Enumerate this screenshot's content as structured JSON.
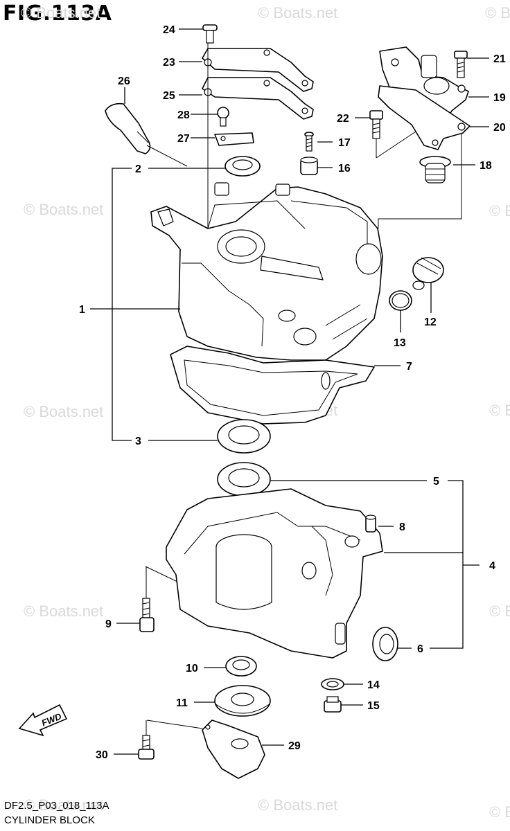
{
  "figure": {
    "title": "FIG.113A",
    "code": "DF2.5_P03_018_113A",
    "name": "CYLINDER BLOCK"
  },
  "watermark": "© Boats.net",
  "direction_badge": "FWD",
  "callouts": {
    "c1": "1",
    "c2": "2",
    "c3": "3",
    "c4": "4",
    "c5": "5",
    "c6": "6",
    "c7": "7",
    "c8": "8",
    "c9": "9",
    "c10": "10",
    "c11": "11",
    "c12": "12",
    "c13": "13",
    "c14": "14",
    "c15": "15",
    "c16": "16",
    "c17": "17",
    "c18": "18",
    "c19": "19",
    "c20": "20",
    "c21": "21",
    "c22": "22",
    "c23": "23",
    "c24": "24",
    "c25": "25",
    "c26": "26",
    "c27": "27",
    "c28": "28",
    "c29": "29",
    "c30": "30"
  }
}
